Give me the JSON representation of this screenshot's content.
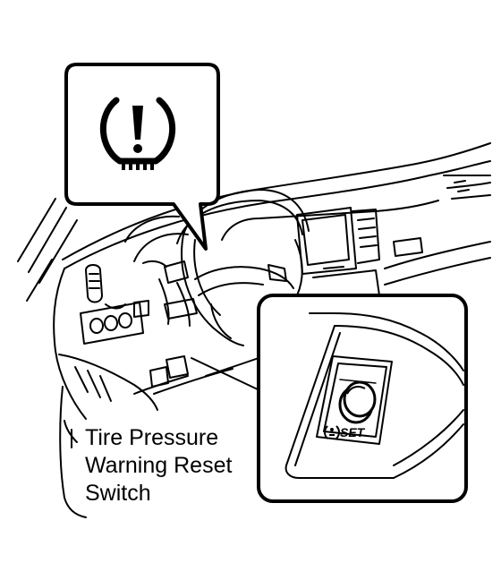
{
  "figure": {
    "caption_lines": [
      "Tire Pressure",
      "Warning Reset",
      "Switch"
    ],
    "switch_label": "SET",
    "warning_icon": "tire-pressure-warning-icon",
    "line_color": "#000000",
    "background": "#ffffff"
  }
}
